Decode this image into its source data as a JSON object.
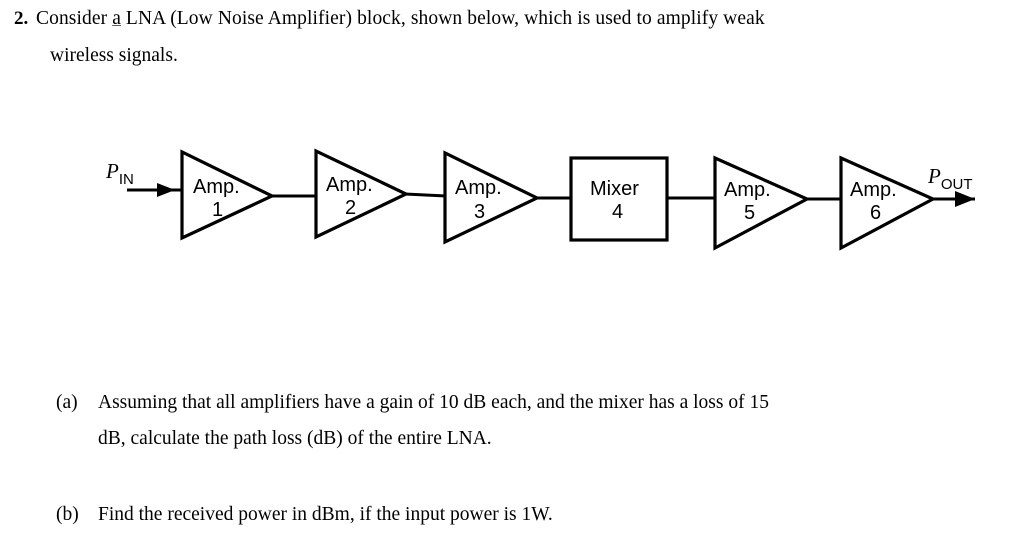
{
  "question": {
    "number": "2.",
    "line1_before": "Consider ",
    "line1_underlined": "a",
    "line1_after": " LNA (Low Noise Amplifier) block, shown below, which is used to amplify weak",
    "line2": "wireless signals."
  },
  "diagram": {
    "input_label": "P",
    "input_sub": "IN",
    "output_label": "P",
    "output_sub": "OUT",
    "blocks": [
      {
        "type": "amplifier",
        "name": "Amp.",
        "index": "1"
      },
      {
        "type": "amplifier",
        "name": "Amp.",
        "index": "2"
      },
      {
        "type": "amplifier",
        "name": "Amp.",
        "index": "3"
      },
      {
        "type": "mixer",
        "name": "Mixer",
        "index": "4"
      },
      {
        "type": "amplifier",
        "name": "Amp.",
        "index": "5"
      },
      {
        "type": "amplifier",
        "name": "Amp.",
        "index": "6"
      }
    ],
    "stroke_color": "#000000"
  },
  "subquestions": [
    {
      "label": "(a)",
      "line1": "Assuming that all amplifiers have a gain of 10 dB each, and the mixer has a loss of 15",
      "line2": "dB, calculate the path loss (dB) of the entire LNA."
    },
    {
      "label": "(b)",
      "line1": "Find the received power in dBm, if the input power is 1W.",
      "line2": ""
    }
  ]
}
